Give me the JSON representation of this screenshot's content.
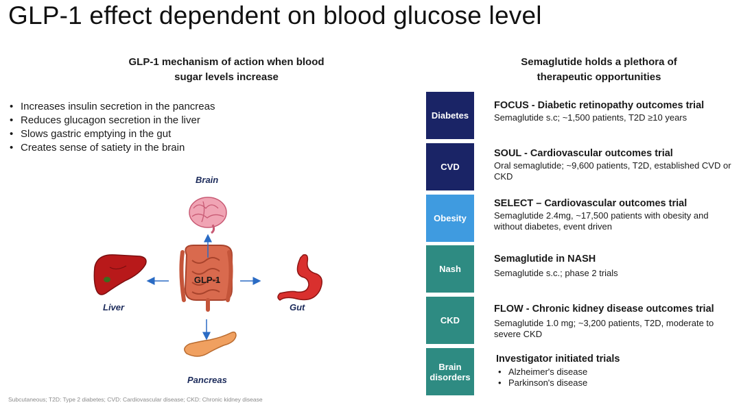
{
  "title": "GLP-1 effect dependent on blood glucose level",
  "left": {
    "heading_line1": "GLP-1 mechanism of action when blood",
    "heading_line2": "sugar levels increase",
    "bullets": [
      "Increases insulin secretion in the pancreas",
      "Reduces glucagon secretion in the liver",
      "Slows gastric emptying in the gut",
      "Creates sense of satiety in the brain"
    ],
    "diagram": {
      "center_label": "GLP-1",
      "brain": "Brain",
      "liver": "Liver",
      "gut": "Gut",
      "pancreas": "Pancreas"
    }
  },
  "right": {
    "heading_line1": "Semaglutide holds a plethora of",
    "heading_line2": "therapeutic opportunities",
    "items": [
      {
        "category": "Diabetes",
        "color": "#1a2466",
        "title": "FOCUS - Diabetic retinopathy outcomes trial",
        "desc": "Semaglutide s.c; ~1,500 patients, T2D ≥10 years"
      },
      {
        "category": "CVD",
        "color": "#1a2466",
        "title": "SOUL - Cardiovascular outcomes trial",
        "desc": "Oral semaglutide; ~9,600 patients, T2D, established CVD or CKD"
      },
      {
        "category": "Obesity",
        "color": "#3f9be0",
        "title": "SELECT – Cardiovascular outcomes trial",
        "desc": "Semaglutide 2.4mg, ~17,500 patients with obesity and without diabetes, event driven"
      },
      {
        "category": "Nash",
        "color": "#2e8b82",
        "title": "Semaglutide in NASH",
        "desc": "Semaglutide s.c.; phase 2 trials"
      },
      {
        "category": "CKD",
        "color": "#2e8b82",
        "title": "FLOW - Chronic kidney disease outcomes trial",
        "desc": "Semaglutide 1.0 mg; ~3,200 patients, T2D, moderate to severe CKD"
      },
      {
        "category": "Brain disorders",
        "color": "#2e8b82",
        "title": "Investigator initiated trials",
        "sub": [
          "Alzheimer's disease",
          "Parkinson's disease"
        ]
      }
    ]
  },
  "footnote": "Subcutaneous; T2D: Type 2 diabetes; CVD: Cardiovascular disease; CKD: Chronic kidney disease"
}
